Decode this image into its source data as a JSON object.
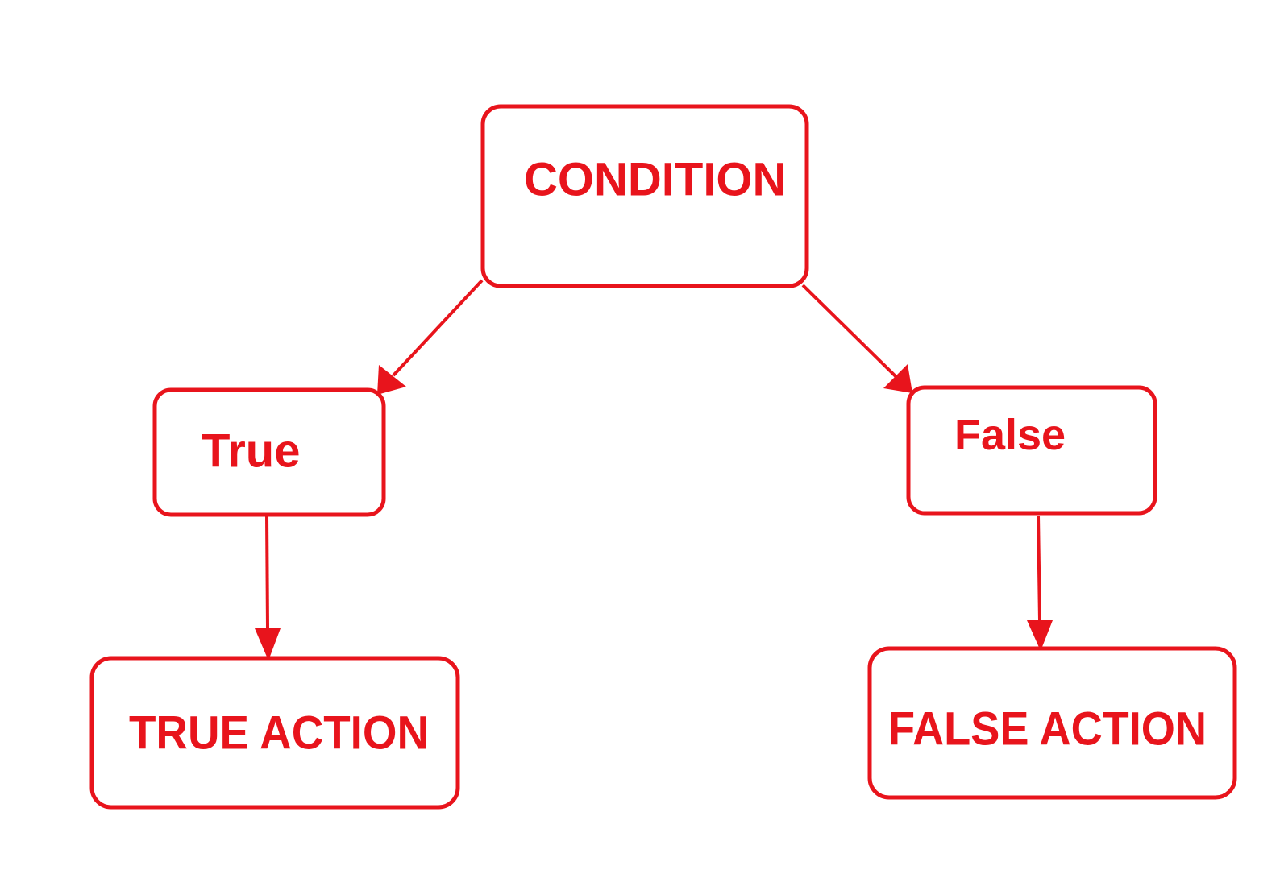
{
  "colors": {
    "accent": "#e8141c",
    "background": "#ffffff"
  },
  "nodes": {
    "condition": {
      "label": "CONDITION"
    },
    "true_branch": {
      "label": "True"
    },
    "false_branch": {
      "label": "False"
    },
    "true_action": {
      "label": "TRUE ACTION"
    },
    "false_action": {
      "label": "FALSE ACTION"
    }
  },
  "edges": [
    {
      "from": "condition",
      "to": "true_branch"
    },
    {
      "from": "condition",
      "to": "false_branch"
    },
    {
      "from": "true_branch",
      "to": "true_action"
    },
    {
      "from": "false_branch",
      "to": "false_action"
    }
  ]
}
